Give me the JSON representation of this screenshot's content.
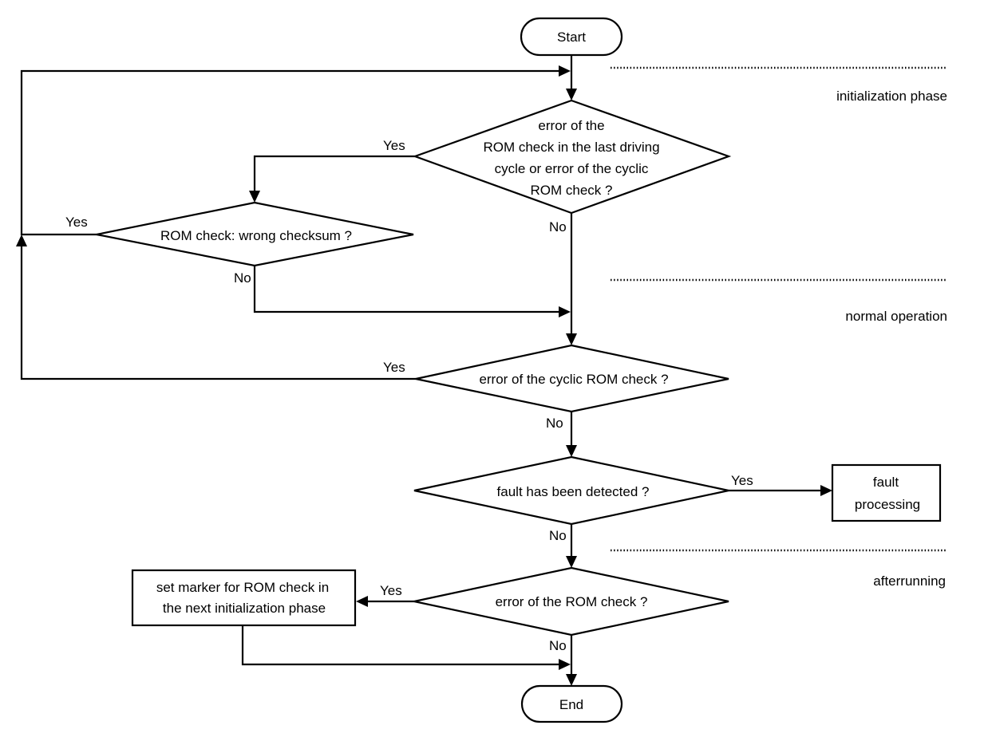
{
  "nodes": {
    "start": "Start",
    "end": "End",
    "decision_last_cycle": [
      "error of the",
      "ROM check in the last driving",
      "cycle or error of the cyclic",
      "ROM check ?"
    ],
    "decision_checksum": "ROM check:  wrong checksum ?",
    "decision_cyclic": "error of the cyclic ROM check ?",
    "decision_fault": "fault has been detected ?",
    "decision_rom": "error of the ROM check ?",
    "process_fault": [
      "fault",
      "processing"
    ],
    "process_marker": [
      "set marker for ROM check in",
      "the next initialization phase"
    ]
  },
  "edge_labels": {
    "d1_yes": "Yes",
    "d1_no": "No",
    "d2_yes": "Yes",
    "d2_no": "No",
    "d3_yes": "Yes",
    "d3_no": "No",
    "d4_yes": "Yes",
    "d4_no": "No",
    "d5_yes": "Yes",
    "d5_no": "No"
  },
  "phases": {
    "initialization": "initialization phase",
    "normal": "normal operation",
    "afterrunning": "afterrunning"
  }
}
